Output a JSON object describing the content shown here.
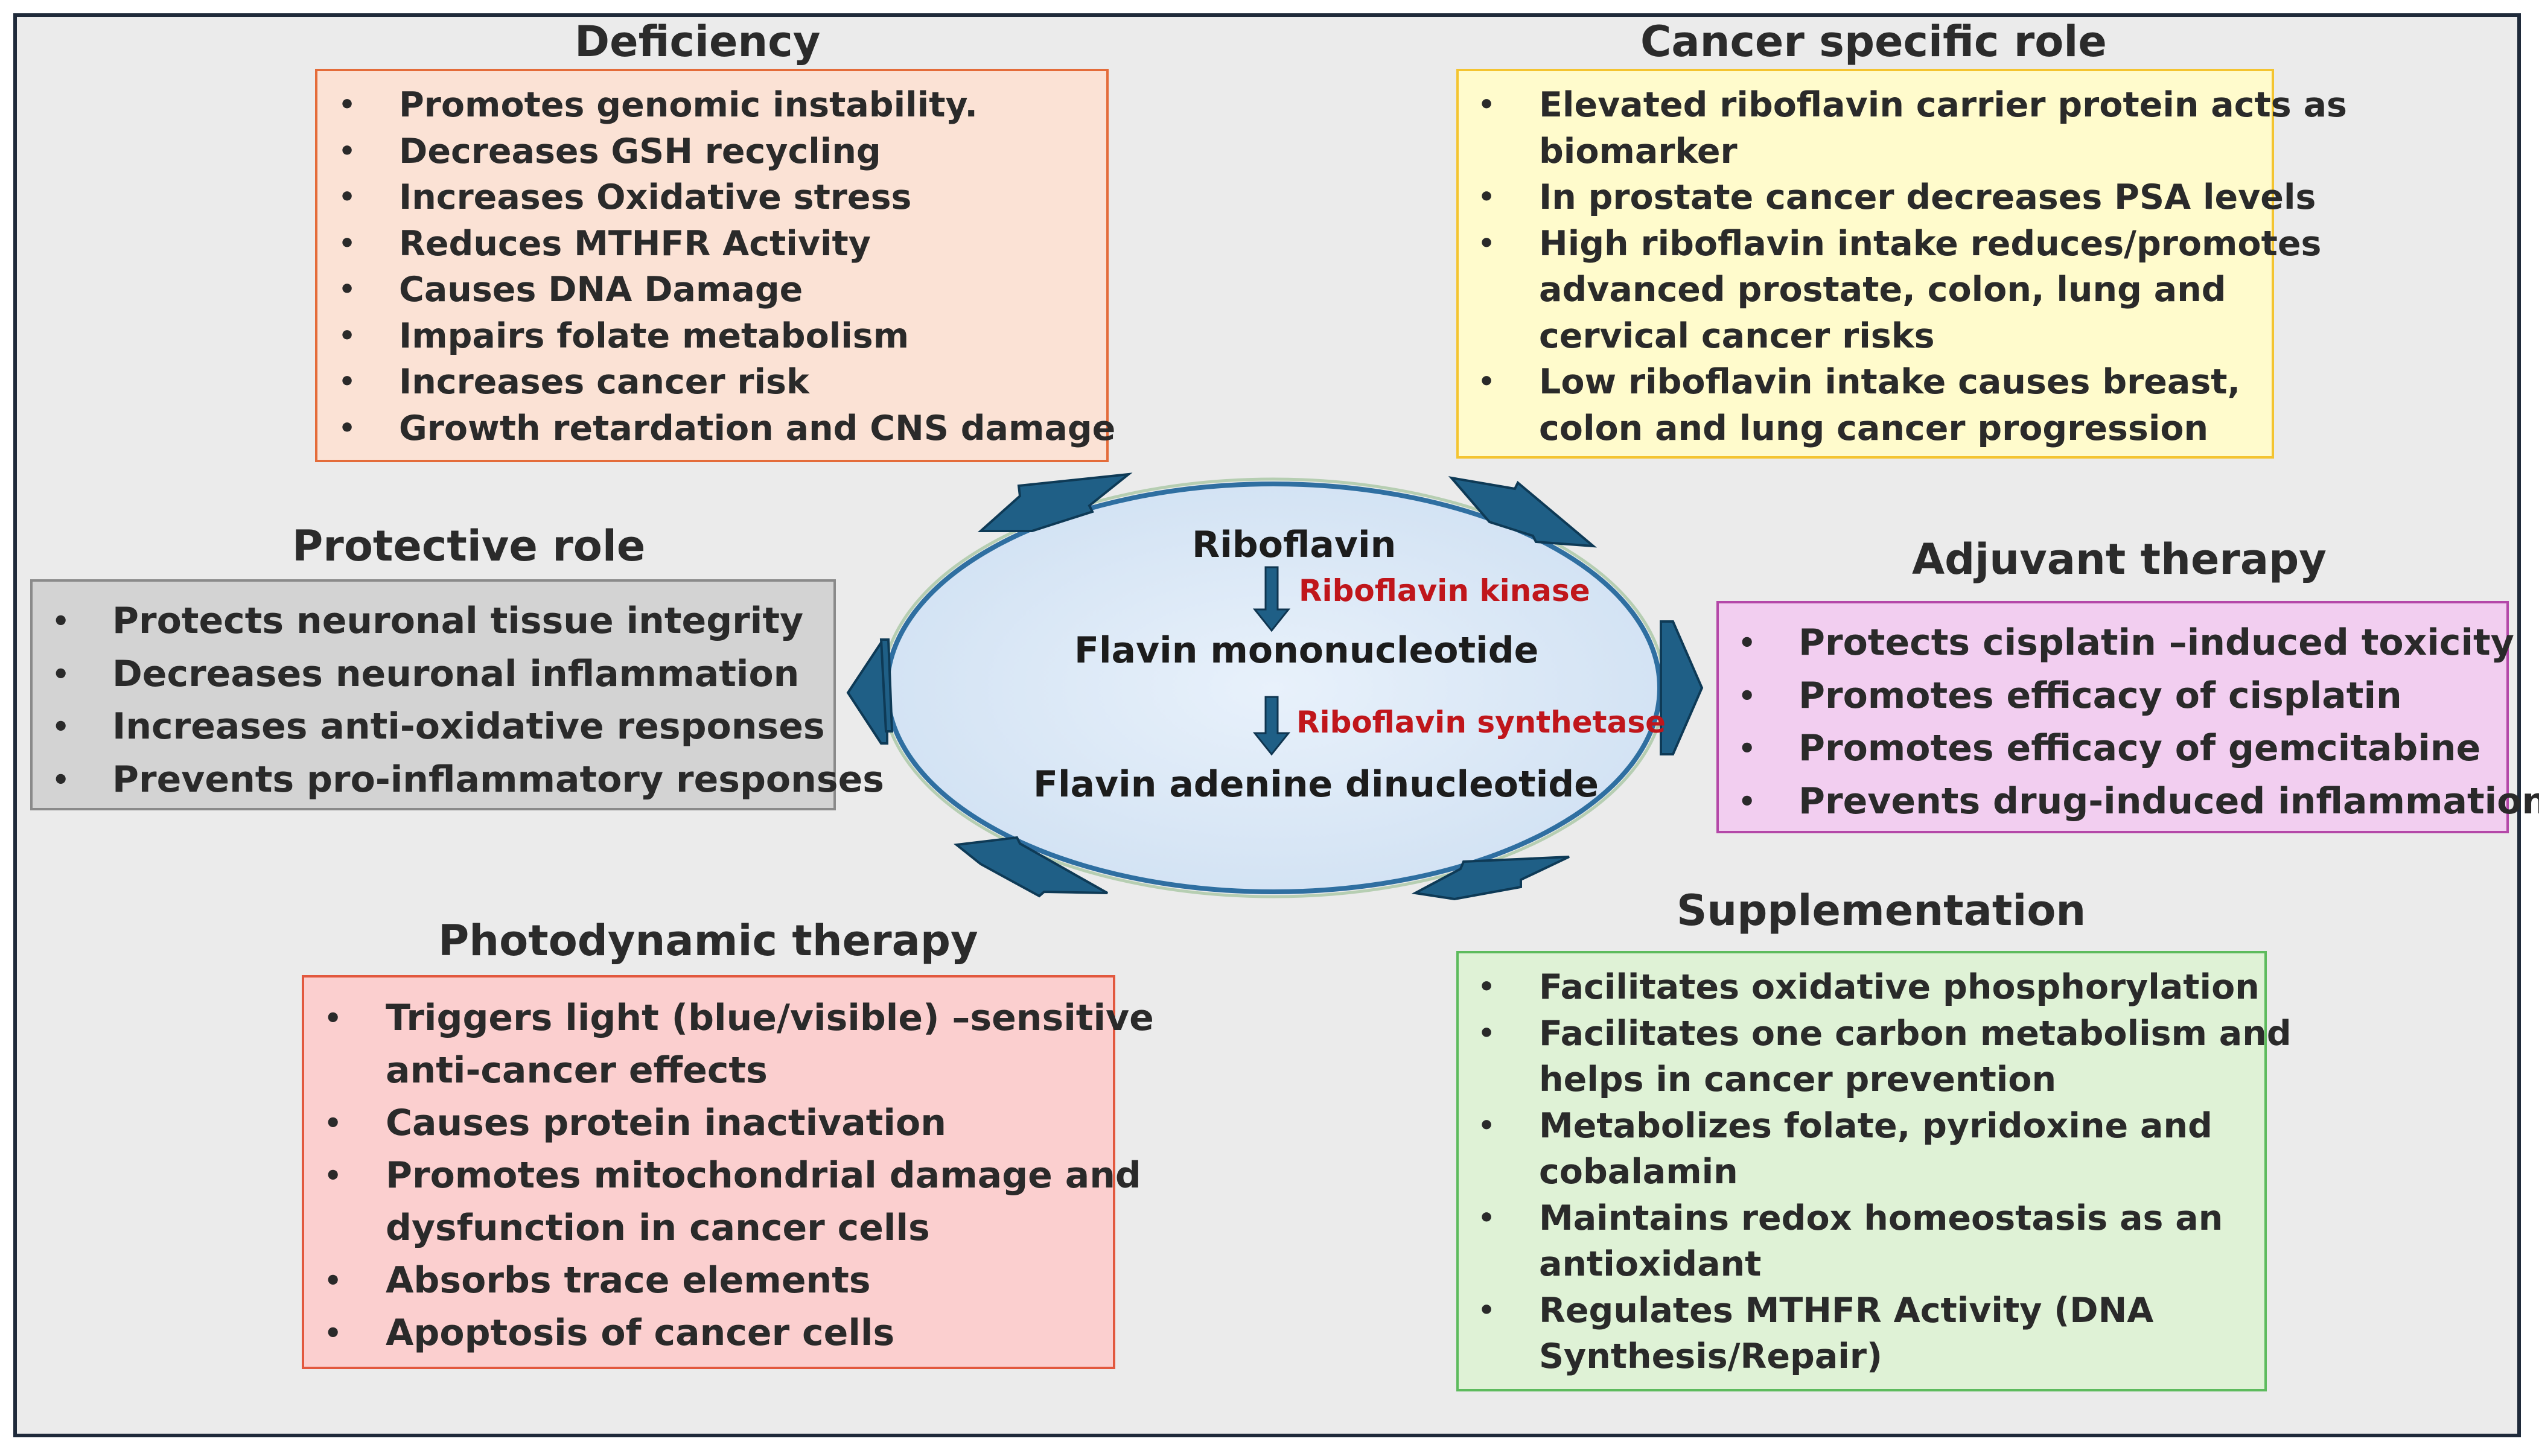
{
  "colors": {
    "frame_bg": "#ebebeb",
    "deficiency_bg": "#fbe2d5",
    "cancer_bg": "#fffbcc",
    "protective_bg": "#d3d3d3",
    "adjuvant_bg": "#f2cef0",
    "photodynamic_bg": "#fbcfcf",
    "supplementation_bg": "#dff2d6",
    "arrow": "#1f5f86",
    "enzyme_text": "#c0161b",
    "ellipse_fill": "#d6e6f5"
  },
  "center": {
    "riboflavin": "Riboflavin",
    "enzyme1": "Riboflavin kinase",
    "fmn": "Flavin mononucleotide",
    "enzyme2": "Riboflavin synthetase",
    "fad": "Flavin adenine dinucleotide"
  },
  "deficiency": {
    "title": "Deficiency",
    "items": [
      "Promotes genomic instability.",
      "Decreases GSH recycling",
      "Increases Oxidative stress",
      "Reduces MTHFR Activity",
      "Causes DNA Damage",
      "Impairs folate metabolism",
      "Increases cancer risk",
      "Growth retardation and CNS damage"
    ]
  },
  "cancer_specific": {
    "title": "Cancer specific role",
    "items": [
      [
        "Elevated riboflavin carrier protein acts as",
        "biomarker"
      ],
      [
        "In prostate cancer decreases PSA levels"
      ],
      [
        "High riboflavin intake reduces/promotes",
        "advanced prostate, colon, lung and",
        "cervical cancer risks"
      ],
      [
        "Low riboflavin intake causes breast,",
        "colon and lung cancer progression"
      ]
    ]
  },
  "protective": {
    "title": "Protective role",
    "items": [
      "Protects neuronal tissue integrity",
      "Decreases neuronal inflammation",
      "Increases anti-oxidative responses",
      "Prevents pro-inflammatory responses"
    ]
  },
  "adjuvant": {
    "title": "Adjuvant therapy",
    "items": [
      "Protects cisplatin –induced toxicity",
      "Promotes efficacy of cisplatin",
      "Promotes efficacy of gemcitabine",
      "Prevents drug-induced inflammation"
    ]
  },
  "photodynamic": {
    "title": "Photodynamic therapy",
    "items": [
      [
        "Triggers light (blue/visible) –sensitive",
        "anti-cancer effects"
      ],
      [
        "Causes protein inactivation"
      ],
      [
        "Promotes mitochondrial damage and",
        "dysfunction in cancer cells"
      ],
      [
        "Absorbs trace elements"
      ],
      [
        "Apoptosis of cancer cells"
      ]
    ]
  },
  "supplementation": {
    "title": "Supplementation",
    "items": [
      [
        "Facilitates oxidative phosphorylation"
      ],
      [
        "Facilitates one carbon metabolism and",
        "helps in cancer prevention"
      ],
      [
        "Metabolizes folate, pyridoxine and",
        "cobalamin"
      ],
      [
        "Maintains redox homeostasis as an",
        "antioxidant"
      ],
      [
        "Regulates MTHFR Activity  (DNA",
        "Synthesis/Repair)"
      ]
    ]
  }
}
